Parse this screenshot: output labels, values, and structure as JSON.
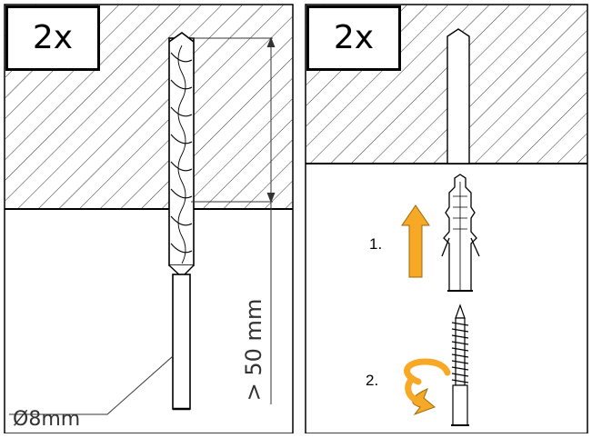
{
  "panel_left": {
    "quantity_badge": "2x",
    "depth_label": "> 50 mm",
    "diameter_label": "Ø8mm"
  },
  "panel_right": {
    "quantity_badge": "2x",
    "step_1": "1.",
    "step_2": "2."
  },
  "colors": {
    "arrow_fill": "#F7A825",
    "arrow_stroke": "#9A6A10",
    "line": "#000000"
  }
}
